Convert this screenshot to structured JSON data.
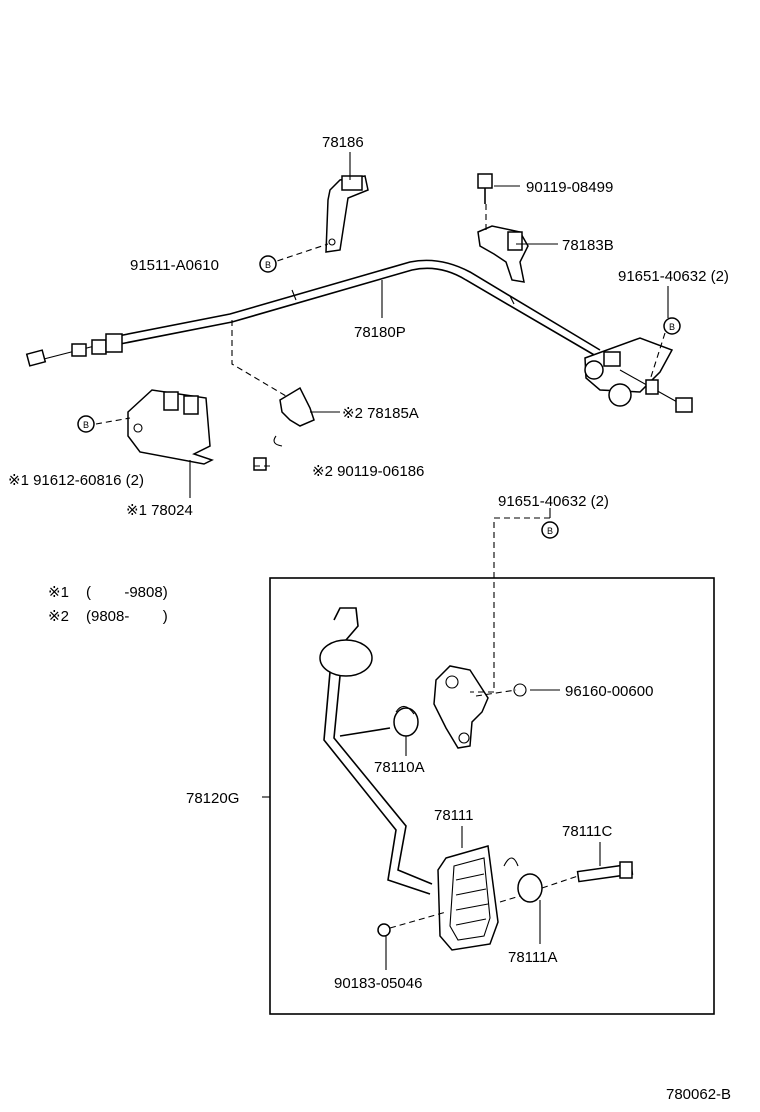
{
  "labels": {
    "p78186": "78186",
    "p90119_08499": "90119-08499",
    "p78183B": "78183B",
    "p91511": "91511-A0610",
    "p91651_top": "91651-40632 (2)",
    "p78180P": "78180P",
    "p78185A": "※2 78185A",
    "p91612": "※1 91612-60816 (2)",
    "p90119_06186": "※2 90119-06186",
    "p78024": "※1 78024",
    "p91651_mid": "91651-40632 (2)",
    "p96160": "96160-00600",
    "p78110A": "78110A",
    "p78120G": "78120G",
    "p78111": "78111",
    "p78111C": "78111C",
    "p78111A": "78111A",
    "p90183": "90183-05046",
    "diagram_code": "780062-B"
  },
  "notes": {
    "note1_mark": "※1",
    "note1_range": "(        -9808)",
    "note2_mark": "※2",
    "note2_range": "(9808-        )"
  },
  "symbols": {
    "circle_b": "B"
  }
}
